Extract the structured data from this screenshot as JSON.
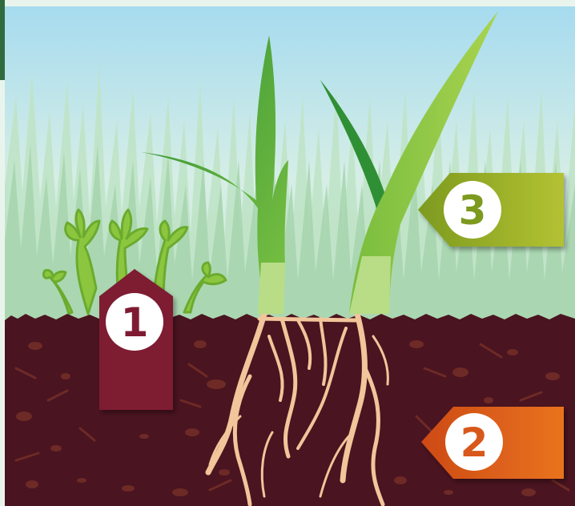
{
  "labels": {
    "one": "1",
    "two": "2",
    "three": "3"
  },
  "colors": {
    "sky_top": "#8fd0ea",
    "sky_bottom": "#dff1ea",
    "soil": "#4a1420",
    "soil_specks": "#7a2e2a",
    "label_one": "#7e1b32",
    "label_two": "#d8581b",
    "label_three": "#97ad2a",
    "weed_leaf": "#8cc63f",
    "grass_blade": "#4aa43a",
    "roots": "#f2c59a"
  },
  "icons": {
    "weed": "weed-plant-icon",
    "grass": "grass-seedling-icon",
    "roots": "roots-icon"
  }
}
